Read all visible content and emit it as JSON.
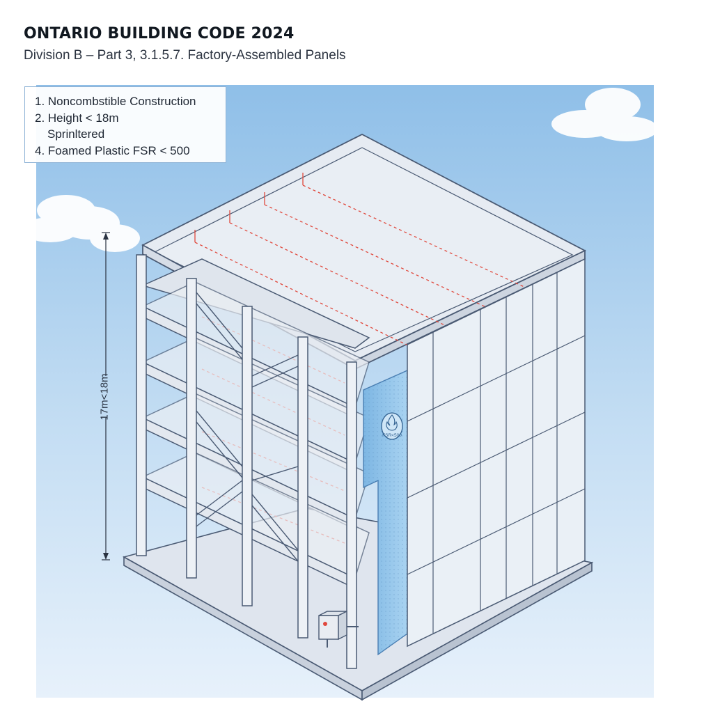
{
  "header": {
    "title": "ONTARIO BUILDING CODE 2024",
    "subtitle": "Division B – Part 3, 3.1.5.7. Factory-Assembled Panels"
  },
  "notes": [
    "1. Noncombstible Construction",
    "2. Height < 18m",
    "Sprinltered",
    "4. Foamed Plastic FSR < 500"
  ],
  "dimension": {
    "height_label": "17m<18m"
  },
  "insulation": {
    "badge_text": "FSR<500",
    "badge_icon": "flame-icon"
  },
  "colors": {
    "sky": "#a9cdee",
    "structure_line": "#4a5a73",
    "panel_fill": "#eaf0f6",
    "foam": "#8ec3e8",
    "sprinkler_line": "#e0483c"
  }
}
